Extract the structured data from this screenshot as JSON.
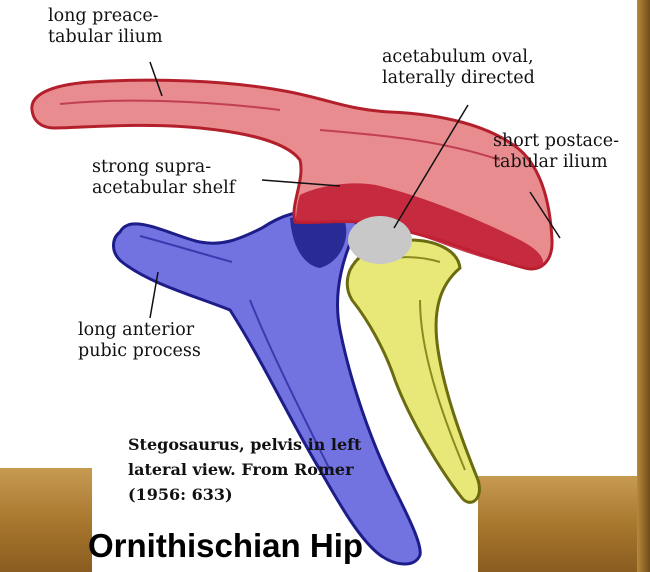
{
  "labels": {
    "preacetabular": [
      "long preace-",
      "tabular ilium"
    ],
    "acetabulum": [
      "acetabulum oval,",
      "laterally directed"
    ],
    "postacetabular": [
      "short postace-",
      "tabular ilium"
    ],
    "supra_shelf": [
      "strong supra-",
      "acetabular shelf"
    ],
    "pubic_process": [
      "long anterior",
      "pubic process"
    ]
  },
  "caption": [
    "Stegosaurus, pelvis in left",
    "lateral view. From Romer",
    "(1956: 633)"
  ],
  "title": "Ornithischian Hip",
  "colors": {
    "ilium": "#e88c8f",
    "ilium_dark": "#b3202c",
    "pubis": "#7272e0",
    "pubis_dark": "#1d1d8a",
    "ischium": "#e8e878",
    "ischium_dark": "#6b6b10",
    "acetabulum": "#c8c8c8",
    "frame_wood": "#a0742e"
  }
}
